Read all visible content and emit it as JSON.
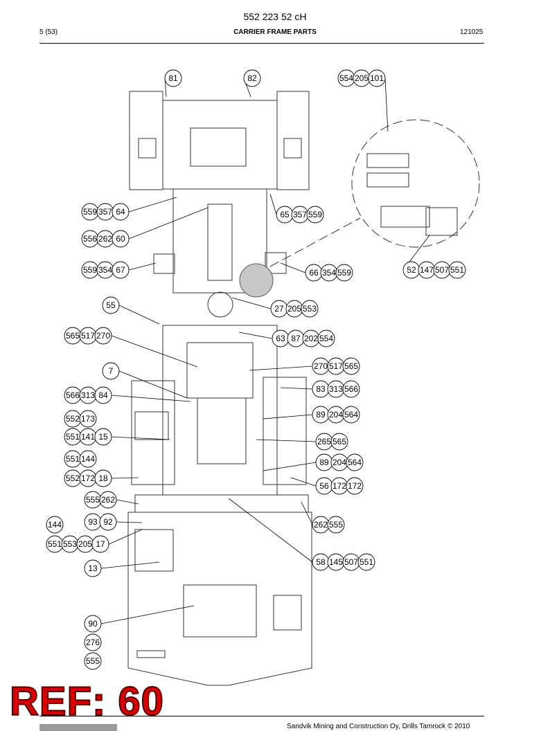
{
  "header": {
    "doc_number": "552 223 52 cH",
    "page": "5 (53)",
    "title": "CARRIER FRAME PARTS",
    "date": "121025"
  },
  "footer": {
    "note": "Sandvik Mining and Construction Oy, Drills Tamrock © 2010",
    "ref": "REF: 60"
  },
  "callouts": [
    [
      "81"
    ],
    [
      "82"
    ],
    [
      "554",
      "205",
      "101"
    ],
    [
      "559",
      "357",
      "64"
    ],
    [
      "65",
      "357",
      "559"
    ],
    [
      "556",
      "262",
      "60"
    ],
    [
      "559",
      "354",
      "67"
    ],
    [
      "66",
      "354",
      "559"
    ],
    [
      "52",
      "147",
      "507",
      "551"
    ],
    [
      "55"
    ],
    [
      "27",
      "205",
      "553"
    ],
    [
      "565",
      "517",
      "270"
    ],
    [
      "63",
      "87",
      "202",
      "554"
    ],
    [
      "7"
    ],
    [
      "270",
      "517",
      "565"
    ],
    [
      "566",
      "313",
      "84"
    ],
    [
      "83",
      "313",
      "566"
    ],
    [
      "552",
      "173"
    ],
    [
      "89",
      "204",
      "564"
    ],
    [
      "551",
      "141",
      "15"
    ],
    [
      "265",
      "565"
    ],
    [
      "551",
      "144"
    ],
    [
      "89",
      "204",
      "564"
    ],
    [
      "552",
      "172",
      "18"
    ],
    [
      "56",
      "172",
      "172"
    ],
    [
      "555",
      "262"
    ],
    [
      "93",
      "92"
    ],
    [
      "144"
    ],
    [
      "262",
      "555"
    ],
    [
      "551",
      "553",
      "205",
      "17"
    ],
    [
      "58",
      "145",
      "507",
      "551"
    ],
    [
      "13"
    ],
    [
      "90"
    ],
    [
      "276"
    ],
    [
      "555"
    ]
  ]
}
